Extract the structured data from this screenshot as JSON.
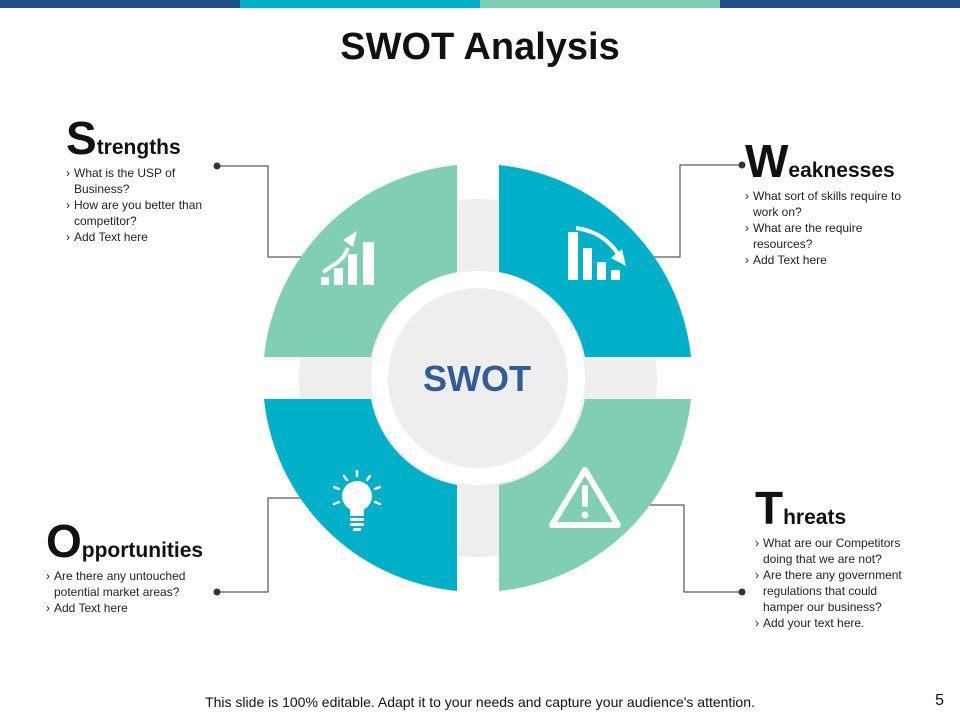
{
  "title": "SWOT Analysis",
  "center_label": "SWOT",
  "colors": {
    "green": "#80CFB5",
    "teal": "#00B0C8",
    "gray_ring": "#EEEEEE",
    "center_text": "#2F5D94",
    "top_bar": [
      "#1F4E89",
      "#00B0C8",
      "#80CFB5",
      "#1F4E89"
    ]
  },
  "quadrants": {
    "strengths": {
      "initial": "S",
      "rest": "trengths",
      "icon": "growth-chart-icon",
      "bullets": [
        "What is the USP of Business?",
        "How are you better than competitor?",
        "Add Text here"
      ]
    },
    "weaknesses": {
      "initial": "W",
      "rest": "eaknesses",
      "icon": "declining-chart-icon",
      "bullets": [
        "What sort of skills require to work on?",
        "What are the require resources?",
        "Add Text here"
      ]
    },
    "opportunities": {
      "initial": "O",
      "rest": "pportunities",
      "icon": "lightbulb-icon",
      "bullets": [
        "Are there any untouched potential market areas?",
        "Add Text here"
      ]
    },
    "threats": {
      "initial": "T",
      "rest": "hreats",
      "icon": "warning-icon",
      "bullets": [
        "What are our Competitors doing that we are not?",
        "Are there any government regulations that could hamper our business?",
        "Add your text here."
      ]
    }
  },
  "footer": "This slide is 100% editable. Adapt it to your needs and capture your audience's attention.",
  "page_number": "5"
}
